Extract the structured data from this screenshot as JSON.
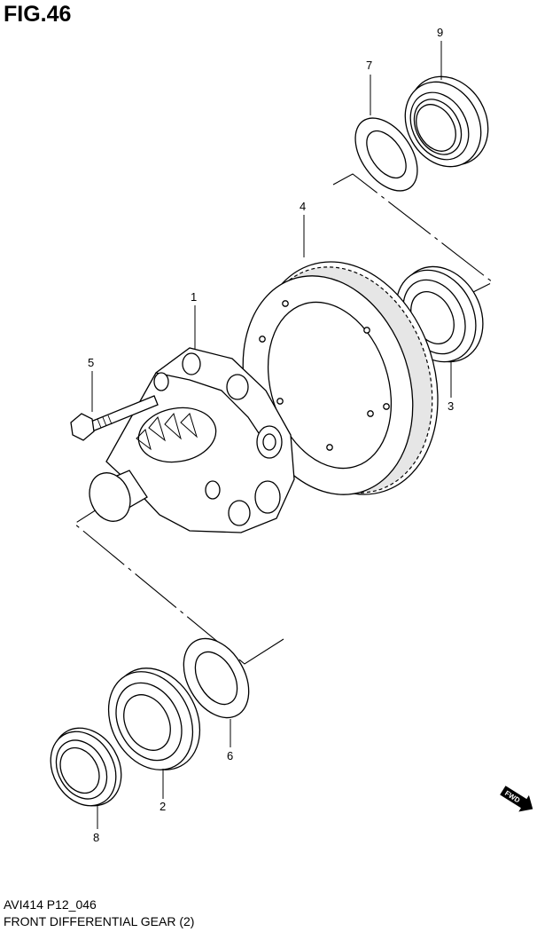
{
  "figure": {
    "title": "FIG.46",
    "code": "AVI414 P12_046",
    "caption": "FRONT DIFFERENTIAL GEAR (2)"
  },
  "callouts": {
    "c1": "1",
    "c2": "2",
    "c3": "3",
    "c4": "4",
    "c5": "5",
    "c6": "6",
    "c7": "7",
    "c8": "8",
    "c9": "9"
  },
  "fwd_arrow": {
    "label": "FWD"
  },
  "icons": [
    "fwd-arrow-icon"
  ]
}
